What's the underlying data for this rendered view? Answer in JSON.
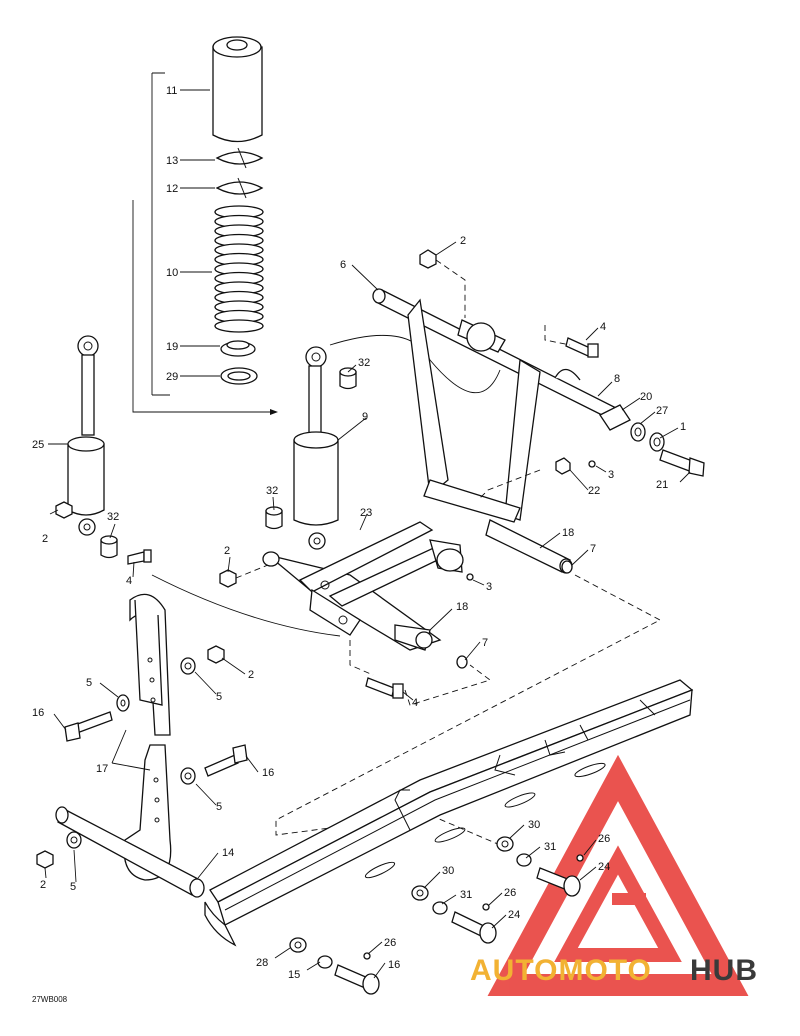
{
  "diagram": {
    "code": "27WB008",
    "callouts": [
      {
        "id": "c11",
        "label": "11"
      },
      {
        "id": "c13",
        "label": "13"
      },
      {
        "id": "c12",
        "label": "12"
      },
      {
        "id": "c10",
        "label": "10"
      },
      {
        "id": "c19",
        "label": "19"
      },
      {
        "id": "c29",
        "label": "29"
      },
      {
        "id": "c25",
        "label": "25"
      },
      {
        "id": "c2a",
        "label": "2"
      },
      {
        "id": "c32a",
        "label": "32"
      },
      {
        "id": "c4a",
        "label": "4"
      },
      {
        "id": "c32b",
        "label": "32"
      },
      {
        "id": "c9",
        "label": "9"
      },
      {
        "id": "c32c",
        "label": "32"
      },
      {
        "id": "c6",
        "label": "6"
      },
      {
        "id": "c2b",
        "label": "2"
      },
      {
        "id": "c4b",
        "label": "4"
      },
      {
        "id": "c8",
        "label": "8"
      },
      {
        "id": "c20",
        "label": "20"
      },
      {
        "id": "c27",
        "label": "27"
      },
      {
        "id": "c1",
        "label": "1"
      },
      {
        "id": "c21",
        "label": "21"
      },
      {
        "id": "c3a",
        "label": "3"
      },
      {
        "id": "c22",
        "label": "22"
      },
      {
        "id": "c18a",
        "label": "18"
      },
      {
        "id": "c7a",
        "label": "7"
      },
      {
        "id": "c23",
        "label": "23"
      },
      {
        "id": "c2c",
        "label": "2"
      },
      {
        "id": "c3b",
        "label": "3"
      },
      {
        "id": "c18b",
        "label": "18"
      },
      {
        "id": "c7b",
        "label": "7"
      },
      {
        "id": "c4c",
        "label": "4"
      },
      {
        "id": "c2d",
        "label": "2"
      },
      {
        "id": "c5a",
        "label": "5"
      },
      {
        "id": "c5b",
        "label": "5"
      },
      {
        "id": "c16a",
        "label": "16"
      },
      {
        "id": "c17",
        "label": "17"
      },
      {
        "id": "c16b",
        "label": "16"
      },
      {
        "id": "c5c",
        "label": "5"
      },
      {
        "id": "c14",
        "label": "14"
      },
      {
        "id": "c2e",
        "label": "2"
      },
      {
        "id": "c5d",
        "label": "5"
      },
      {
        "id": "c30a",
        "label": "30"
      },
      {
        "id": "c31a",
        "label": "31"
      },
      {
        "id": "c26a",
        "label": "26"
      },
      {
        "id": "c24a",
        "label": "24"
      },
      {
        "id": "c30b",
        "label": "30"
      },
      {
        "id": "c31b",
        "label": "31"
      },
      {
        "id": "c26b",
        "label": "26"
      },
      {
        "id": "c24b",
        "label": "24"
      },
      {
        "id": "c26c",
        "label": "26"
      },
      {
        "id": "c28",
        "label": "28"
      },
      {
        "id": "c15",
        "label": "15"
      },
      {
        "id": "c16c",
        "label": "16"
      }
    ]
  },
  "watermark": {
    "text_part1": "AUTOMOTO",
    "text_part2": "HUB",
    "colors": {
      "triangle": "#e8413c",
      "part1": "#f2b233",
      "part2": "#3a3a3a"
    }
  }
}
